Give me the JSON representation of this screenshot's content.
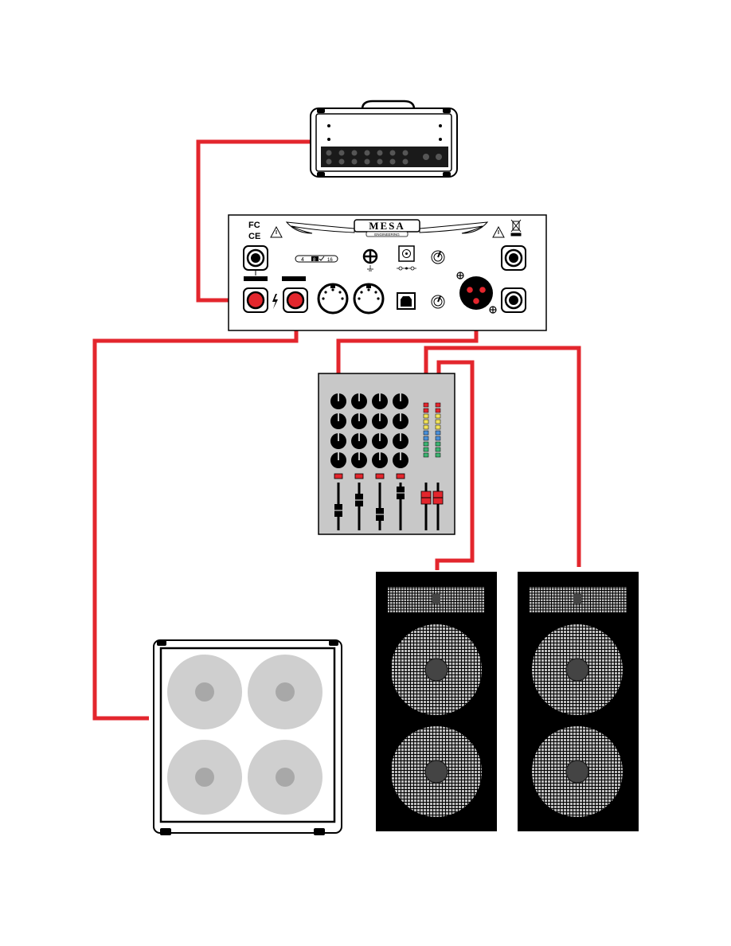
{
  "colors": {
    "cable": "#e3262d",
    "outline": "#000000",
    "mixer_panel": "#c8c8c8",
    "speaker_cone": "#cfcfcf",
    "speaker_dust_cap": "#a8a8a8",
    "monitor_body": "#000000",
    "monitor_grille": "#bdbdbd"
  },
  "devices": {
    "amp_head": {
      "icon": "amplifier-head-icon"
    },
    "rear_panel": {
      "brand": "MESA",
      "brand_sub": "ENGINEERING",
      "fcc_mark": "FC",
      "ce_mark": "CE",
      "impedance_options": [
        "4",
        "8",
        "16"
      ],
      "icons": [
        "warning-icon",
        "weee-bin-icon",
        "ground-icon",
        "usb-b-icon",
        "dc-power-icon",
        "xlr-icon",
        "toggle-switch-icon",
        "midi-din-icon",
        "quarter-inch-jack-icon"
      ]
    },
    "mixer": {
      "knob_rows": 4,
      "knob_columns": 4,
      "channel_faders": 4,
      "master_faders": 2,
      "meter_colors": [
        "#e3262d",
        "#e3262d",
        "#f2e35a",
        "#f2e35a",
        "#f2e35a",
        "#4a90d9",
        "#4a90d9",
        "#3cb371",
        "#3cb371",
        "#3cb371"
      ]
    },
    "guitar_cabinet": {
      "icon": "4x12-cabinet-icon",
      "speakers": 4
    },
    "pa_monitors": {
      "icon": "pa-speaker-icon",
      "count": 2,
      "woofers_each": 2
    }
  },
  "connections": [
    "amp-head-to-rear-panel",
    "rear-panel-to-cabinet",
    "rear-panel-xlr-to-mixer",
    "mixer-to-left-monitor",
    "mixer-to-right-monitor"
  ]
}
